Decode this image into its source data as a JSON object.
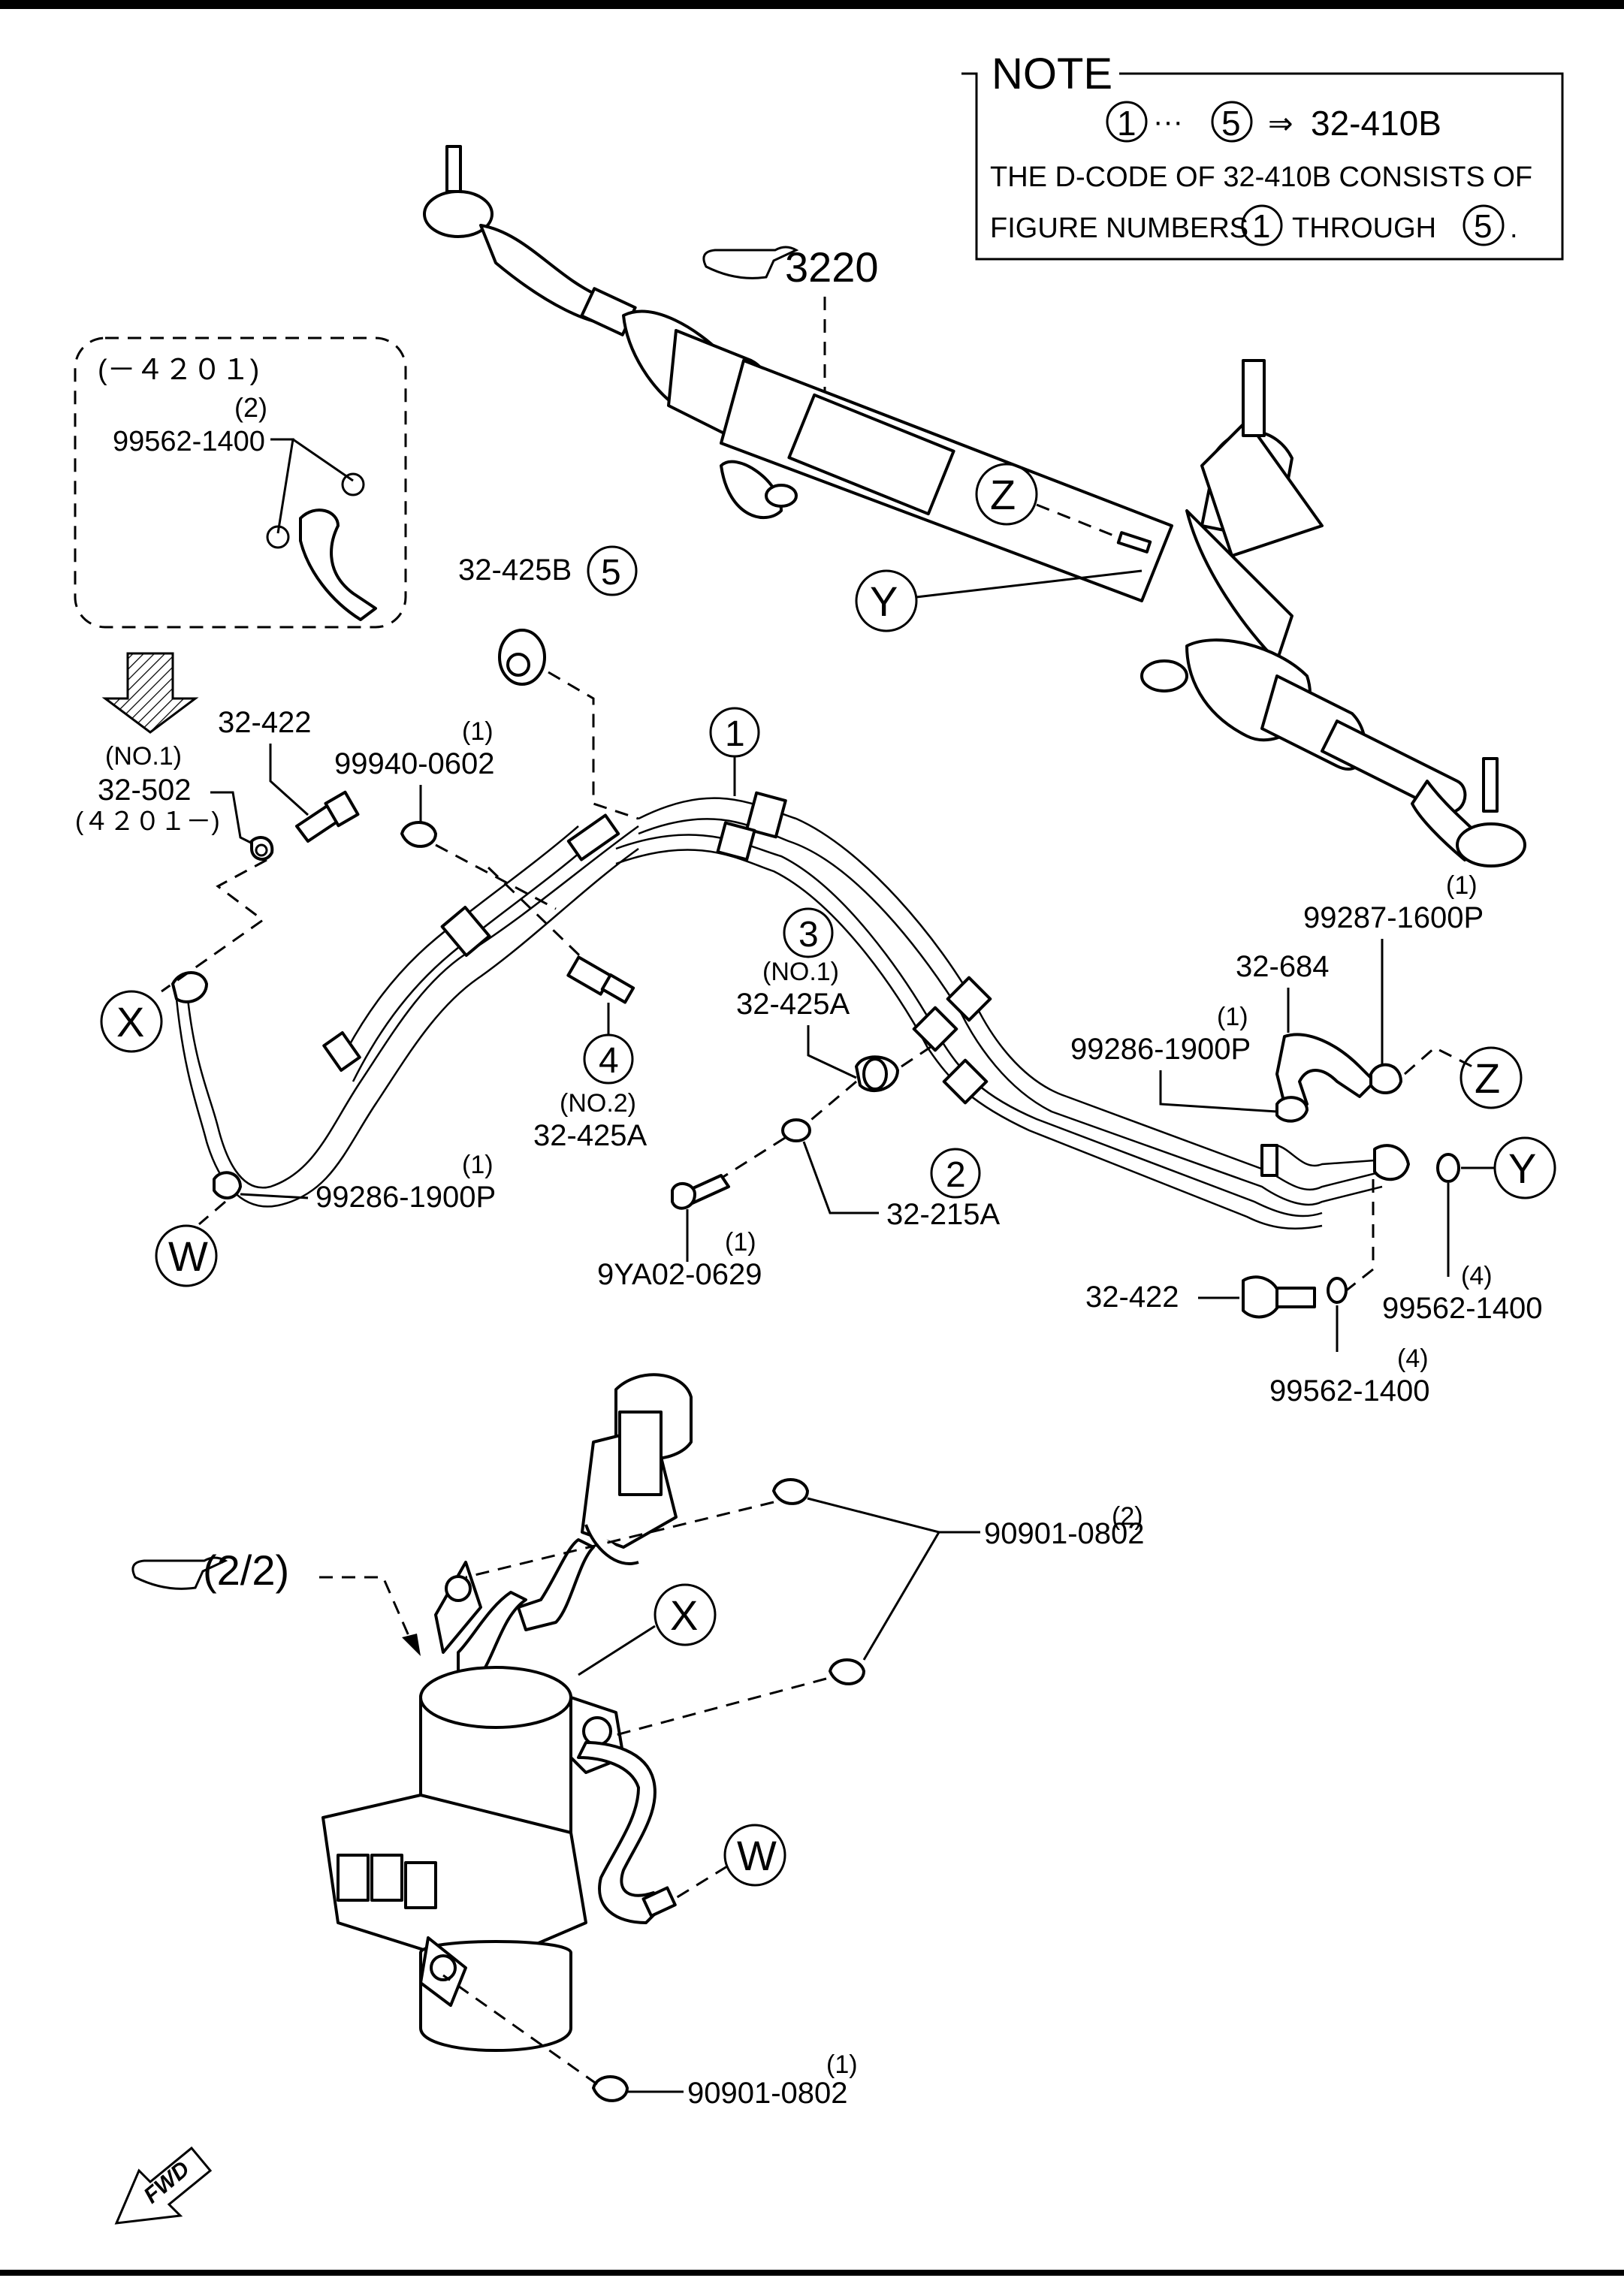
{
  "note": {
    "title": "NOTE",
    "range_from": "1",
    "range_sep": "···",
    "range_to": "5",
    "arrow": "⇒",
    "target": "32-410B",
    "line2": "THE D-CODE OF 32-410B CONSISTS OF",
    "line3_prefix": "FIGURE NUMBERS",
    "line3_from": "1",
    "line3_mid": "THROUGH",
    "line3_to": "5",
    "line3_end": "."
  },
  "refs": {
    "rack_ref": "3220",
    "pump_ref": "(2/2)"
  },
  "inset": {
    "range": "(－４２０１)",
    "qty": "(2)",
    "part": "99562-1400"
  },
  "callouts": {
    "c1": "1",
    "c2": "2",
    "c3": "3",
    "c4": "4",
    "c5": "5",
    "X": "X",
    "Y": "Y",
    "Z": "Z",
    "W": "W"
  },
  "labels": {
    "p32_425B": "32-425B",
    "p32_422_a": "32-422",
    "no1_a": "(NO.1)",
    "p32_502": "32-502",
    "range_502": "(４２０１－)",
    "qty_99940": "(1)",
    "p99940": "99940-0602",
    "no1_b": "(NO.1)",
    "p32_425A_a": "32-425A",
    "no2": "(NO.2)",
    "p32_425A_b": "32-425A",
    "qty_99287": "(1)",
    "p99287": "99287-1600P",
    "p32_684": "32-684",
    "qty_99286_a": "(1)",
    "p99286_a": "99286-1900P",
    "qty_99286_b": "(1)",
    "p99286_b": "99286-1900P",
    "p32_215A": "32-215A",
    "qty_9YA02": "(1)",
    "p9YA02": "9YA02-0629",
    "p32_422_b": "32-422",
    "qty_99562_a": "(4)",
    "p99562_a": "99562-1400",
    "qty_99562_b": "(4)",
    "p99562_b": "99562-1400",
    "qty_90901_a": "(2)",
    "p90901_a": "90901-0802",
    "qty_90901_b": "(1)",
    "p90901_b": "90901-0802",
    "fwd": "FWD"
  }
}
